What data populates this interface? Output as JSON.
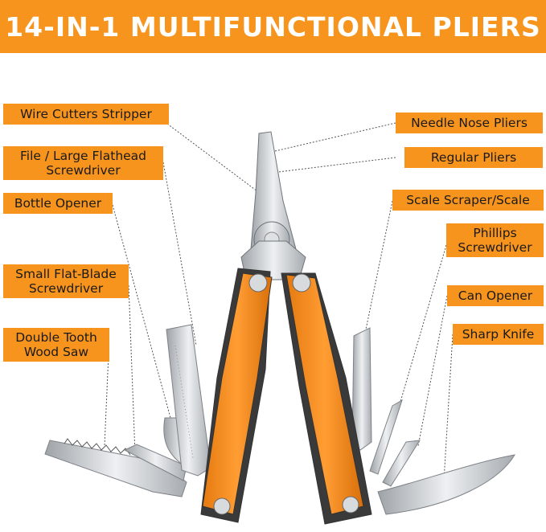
{
  "title": "14-IN-1 MULTIFUNCTIONAL PLIERS",
  "labels": {
    "wire_cutters": "Wire Cutters Stripper",
    "file_line1": "File / Large Flathead",
    "file_line2": "Screwdriver",
    "bottle_opener": "Bottle Opener",
    "small_flat_line1": "Small Flat-Blade",
    "small_flat_line2": "Screwdriver",
    "saw_line1": "Double Tooth",
    "saw_line2": "Wood Saw",
    "needle_nose": "Needle Nose Pliers",
    "regular_pliers": "Regular Pliers",
    "scale_scraper": "Scale Scraper/Scale",
    "phillips_line1": "Phillips",
    "phillips_line2": "Screwdriver",
    "can_opener": "Can Opener",
    "sharp_knife": "Sharp Knife"
  },
  "colors": {
    "accent": "#f7941d",
    "handle_orange": "#f28a1e",
    "rubber": "#3a3a3a",
    "steel": "#c9ccd0",
    "text": "#1a1a1a"
  },
  "icons": [
    "pliers-multitool-illustration"
  ]
}
